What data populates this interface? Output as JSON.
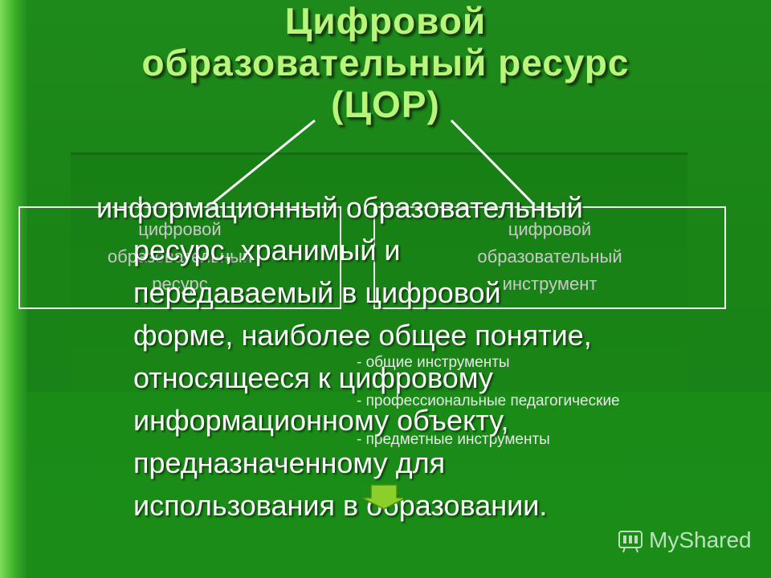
{
  "title": {
    "line1": "Цифровой",
    "line2": "образовательный ресурс",
    "line3": "(ЦОР)"
  },
  "box_left": {
    "line1": "цифровой",
    "line2": "образовательный",
    "line3": "ресурс"
  },
  "box_right": {
    "line1": "цифровой",
    "line2": "образовательный",
    "line3": "инструмент"
  },
  "tools": [
    "- общие инструменты",
    "- профессиональные педагогические",
    "- предметные инструменты"
  ],
  "definition": [
    "информационный образовательный",
    "ресурс, хранимый и",
    "передаваемый в цифровой",
    "форме, наиболее общее понятие,",
    "относящееся к цифровому",
    "информационному объекту,",
    "предназначенному для",
    "использования в образовании."
  ],
  "watermark": "MyShared",
  "icons": {
    "watermark": "myshared-logo-icon",
    "arrow": "down-arrow-icon"
  },
  "colors": {
    "title": "#b8f57a",
    "background": "#1a8416"
  }
}
